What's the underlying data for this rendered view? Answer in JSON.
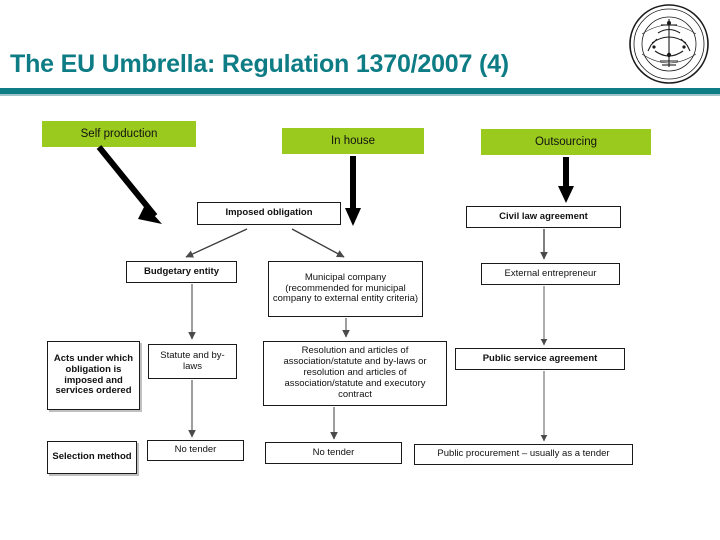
{
  "slide": {
    "title": "The EU Umbrella: Regulation 1370/2007 (4)",
    "accent_color": "#0D7C85",
    "green_color": "#9ACA1E",
    "logo": {
      "name": "institutional-seal-logo"
    }
  },
  "columns": [
    {
      "id": "self-production",
      "label": "Self production"
    },
    {
      "id": "in-house",
      "label": "In house"
    },
    {
      "id": "outsourcing",
      "label": "Outsourcing"
    }
  ],
  "row_labels": [
    {
      "id": "acts",
      "label": "Acts under which obligation is imposed and services ordered"
    },
    {
      "id": "selection",
      "label": "Selection method"
    }
  ],
  "nodes": {
    "imposed_obligation": "Imposed obligation",
    "budgetary_entity": "Budgetary entity",
    "municipal_company": "Municipal company (recommended for municipal company to external entity criteria)",
    "civil_law_agreement": "Civil law agreement",
    "external_entrepreneur": "External entrepreneur",
    "statute_and_bylaws": "Statute and by-laws",
    "resolution_articles": "Resolution and articles of association/statute and by-laws or resolution and articles of association/statute and executory contract",
    "public_service_agreement": "Public service agreement",
    "no_tender_left": "No tender",
    "no_tender_middle": "No tender",
    "public_procurement": "Public procurement – usually as a  tender"
  }
}
